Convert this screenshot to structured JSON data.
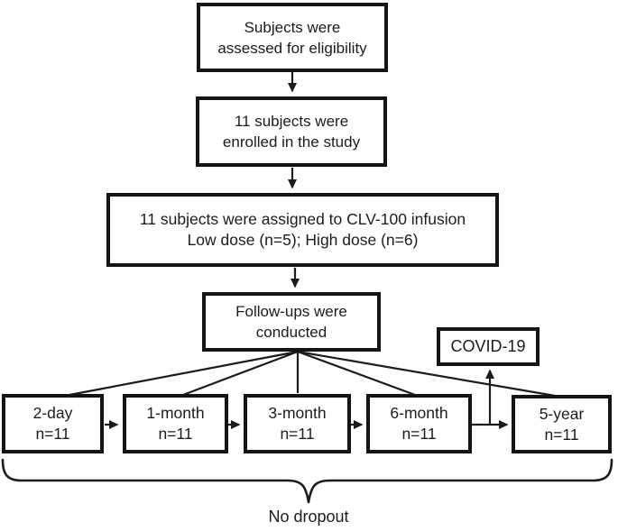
{
  "flow": {
    "boxes": {
      "assess": "Subjects were\nassessed for eligibility",
      "enroll": "11 subjects were\nenrolled in the study",
      "assign": "11 subjects were assigned to CLV-100 infusion\nLow dose (n=5); High dose (n=6)",
      "followup": "Follow-ups were\nconducted",
      "covid": "COVID-19"
    },
    "timeline": [
      {
        "period": "2-day",
        "count": "n=11"
      },
      {
        "period": "1-month",
        "count": "n=11"
      },
      {
        "period": "3-month",
        "count": "n=11"
      },
      {
        "period": "6-month",
        "count": "n=11"
      },
      {
        "period": "5-year",
        "count": "n=11"
      }
    ],
    "brace_label": "No dropout",
    "colors": {
      "ink": "#1c1c1c",
      "border": "#141414",
      "background": "#ffffff"
    }
  }
}
